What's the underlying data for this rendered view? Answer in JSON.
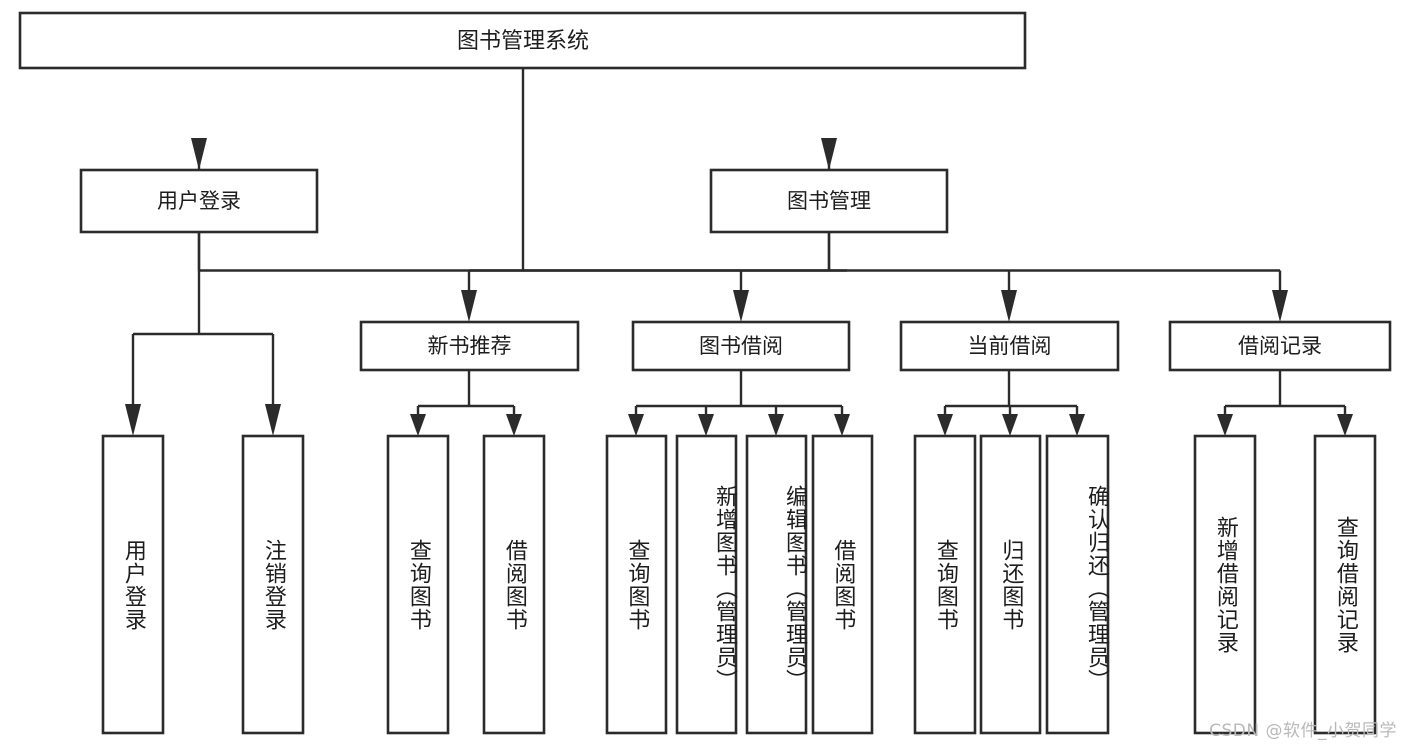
{
  "diagram": {
    "type": "tree-hierarchy-chart",
    "orientation": "top-down",
    "title_node": {
      "id": "root",
      "label": "图书管理系统"
    },
    "level2": [
      {
        "id": "user-login",
        "label": "用户登录"
      },
      {
        "id": "book-management",
        "label": "图书管理"
      }
    ],
    "level3": [
      {
        "id": "new-book-recommend",
        "label": "新书推荐",
        "parent": "book-management"
      },
      {
        "id": "book-borrow",
        "label": "图书借阅",
        "parent": "book-management"
      },
      {
        "id": "current-borrow",
        "label": "当前借阅",
        "parent": "book-management"
      },
      {
        "id": "borrow-record",
        "label": "借阅记录",
        "parent": "book-management"
      }
    ],
    "leaves": [
      {
        "id": "leaf-user-login",
        "label": "用户登录",
        "parent": "user-login"
      },
      {
        "id": "leaf-logout-login",
        "label": "注销登录",
        "parent": "user-login"
      },
      {
        "id": "leaf-query-book-1",
        "label": "查询图书",
        "parent": "new-book-recommend"
      },
      {
        "id": "leaf-borrow-book-1",
        "label": "借阅图书",
        "parent": "new-book-recommend"
      },
      {
        "id": "leaf-query-book-2",
        "label": "查询图书",
        "parent": "book-borrow"
      },
      {
        "id": "leaf-add-book",
        "label": "新增图书（管理员）",
        "parent": "book-borrow"
      },
      {
        "id": "leaf-edit-book",
        "label": "编辑图书（管理员）",
        "parent": "book-borrow"
      },
      {
        "id": "leaf-borrow-book-2",
        "label": "借阅图书",
        "parent": "book-borrow"
      },
      {
        "id": "leaf-query-book-3",
        "label": "查询图书",
        "parent": "current-borrow"
      },
      {
        "id": "leaf-return-book",
        "label": "归还图书",
        "parent": "current-borrow"
      },
      {
        "id": "leaf-confirm-return",
        "label": "确认归还（管理员）",
        "parent": "current-borrow"
      },
      {
        "id": "leaf-add-record",
        "label": "新增借阅记录",
        "parent": "borrow-record"
      },
      {
        "id": "leaf-query-record",
        "label": "查询借阅记录",
        "parent": "borrow-record"
      }
    ],
    "colors": {
      "stroke": "#2b2b2b",
      "fill": "#ffffff",
      "text": "#1d1d1d",
      "watermark": "#b9b9b9"
    }
  },
  "watermark": {
    "text": "CSDN @软件_小贺同学"
  }
}
